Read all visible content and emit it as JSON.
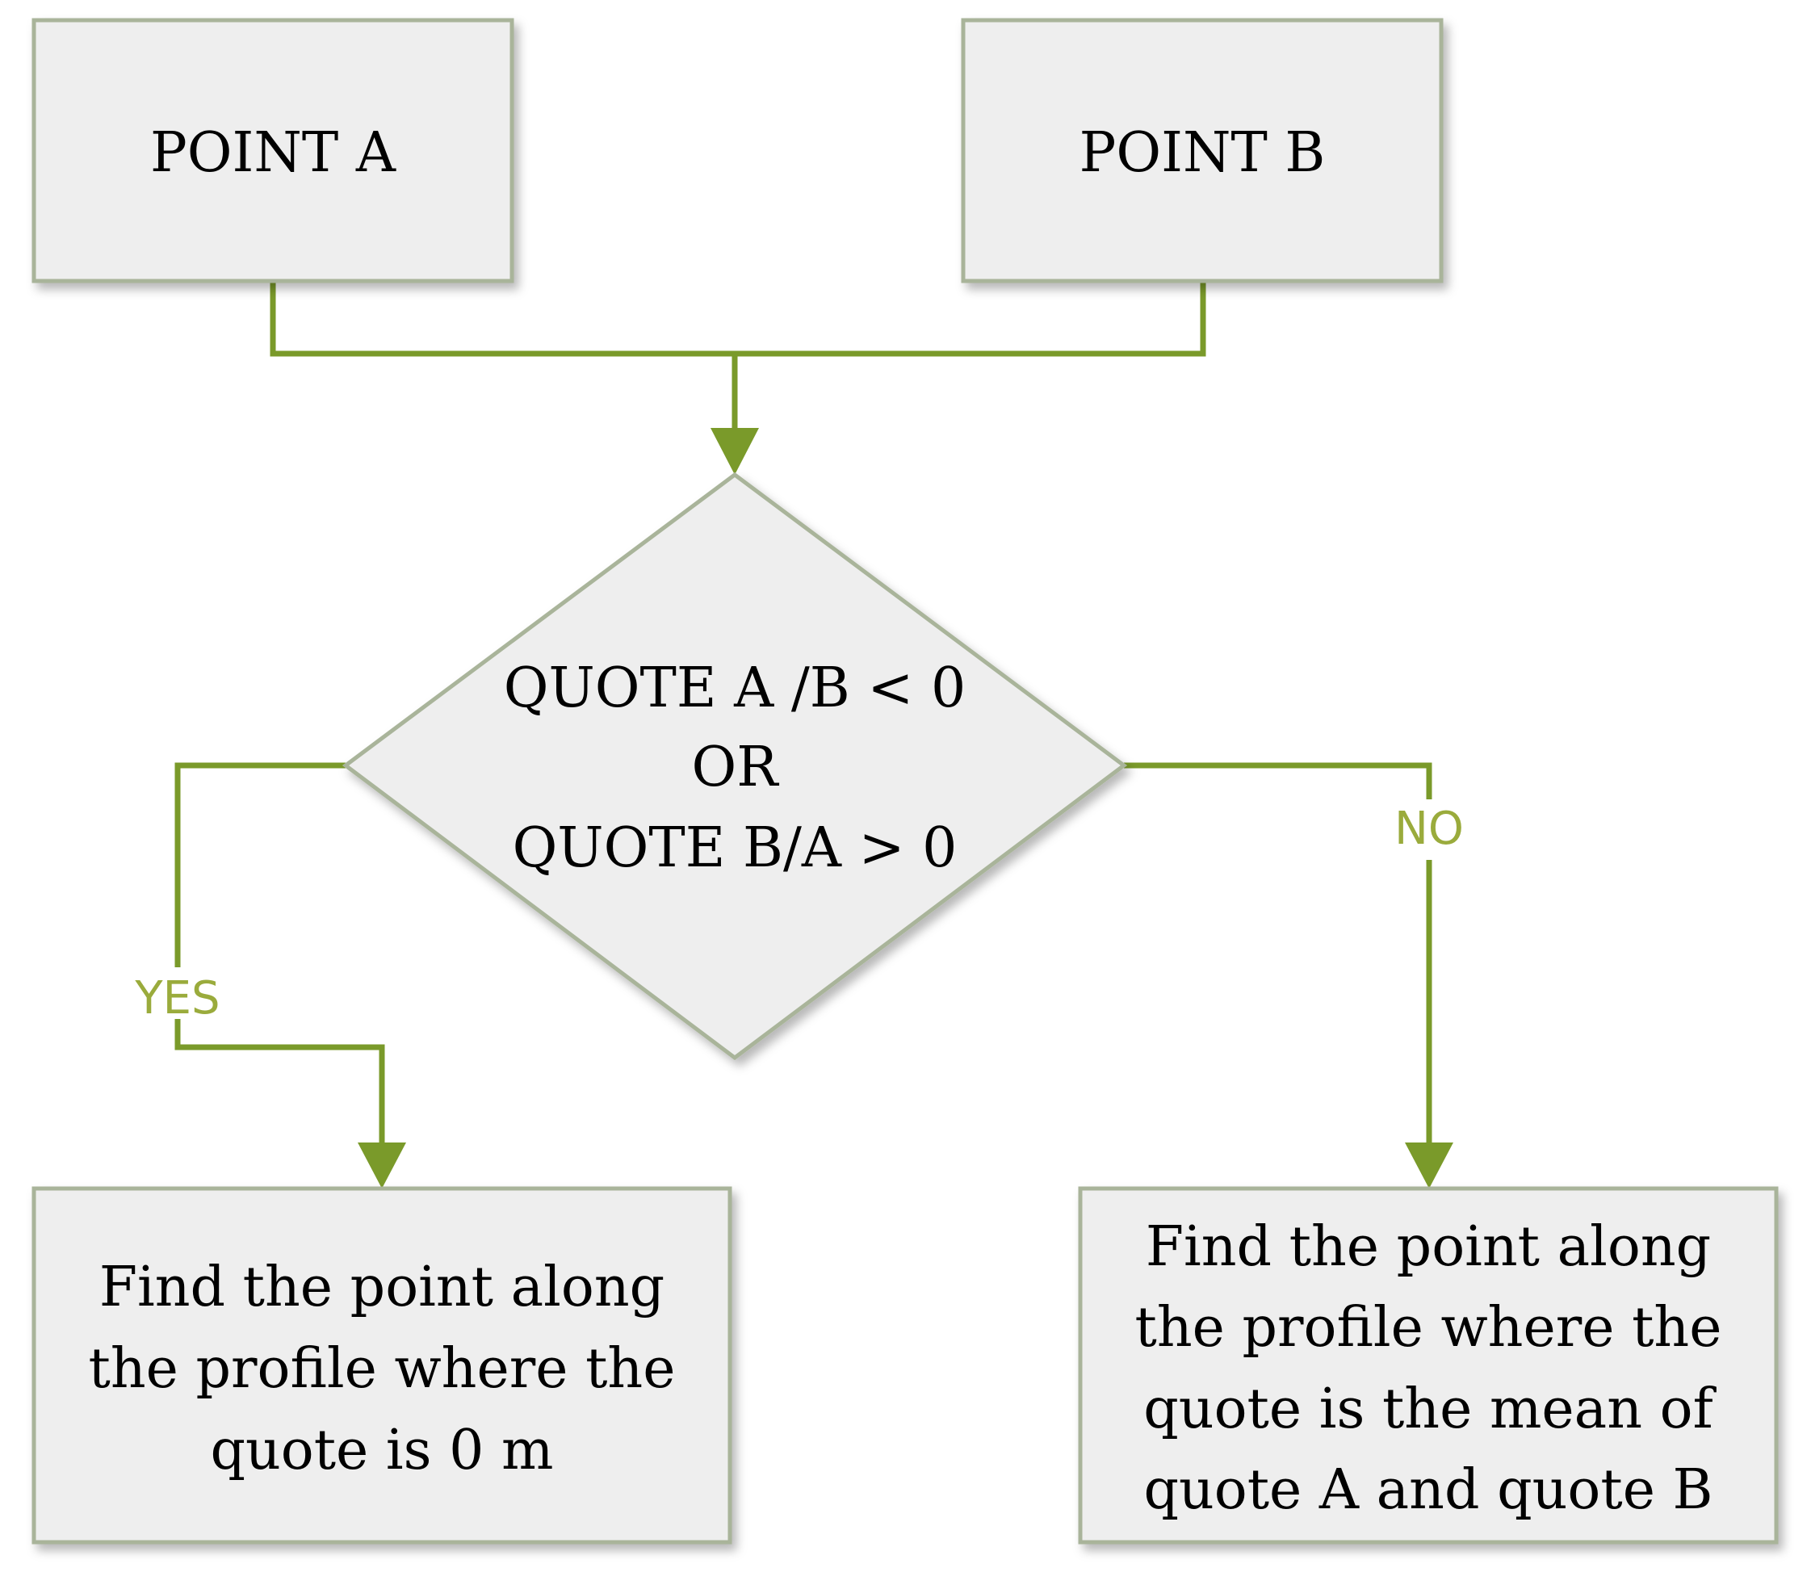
{
  "colors": {
    "connector": "#7a9a2a",
    "label": "#9aab3c",
    "node_fill": "#eeeeee",
    "node_stroke": "#a9b49a"
  },
  "nodes": {
    "point_a": {
      "label": "POINT A"
    },
    "point_b": {
      "label": "POINT B"
    },
    "decision": {
      "lines": [
        "QUOTE A /B < 0",
        "OR",
        "QUOTE B/A > 0"
      ]
    },
    "yes_result": {
      "lines": [
        "Find the point along",
        "the profile where the",
        "quote is 0 m"
      ]
    },
    "no_result": {
      "lines": [
        "Find the point along",
        "the profile where the",
        "quote is the mean of",
        "quote A and quote B"
      ]
    }
  },
  "edges": {
    "yes_label": "YES",
    "no_label": "NO"
  }
}
